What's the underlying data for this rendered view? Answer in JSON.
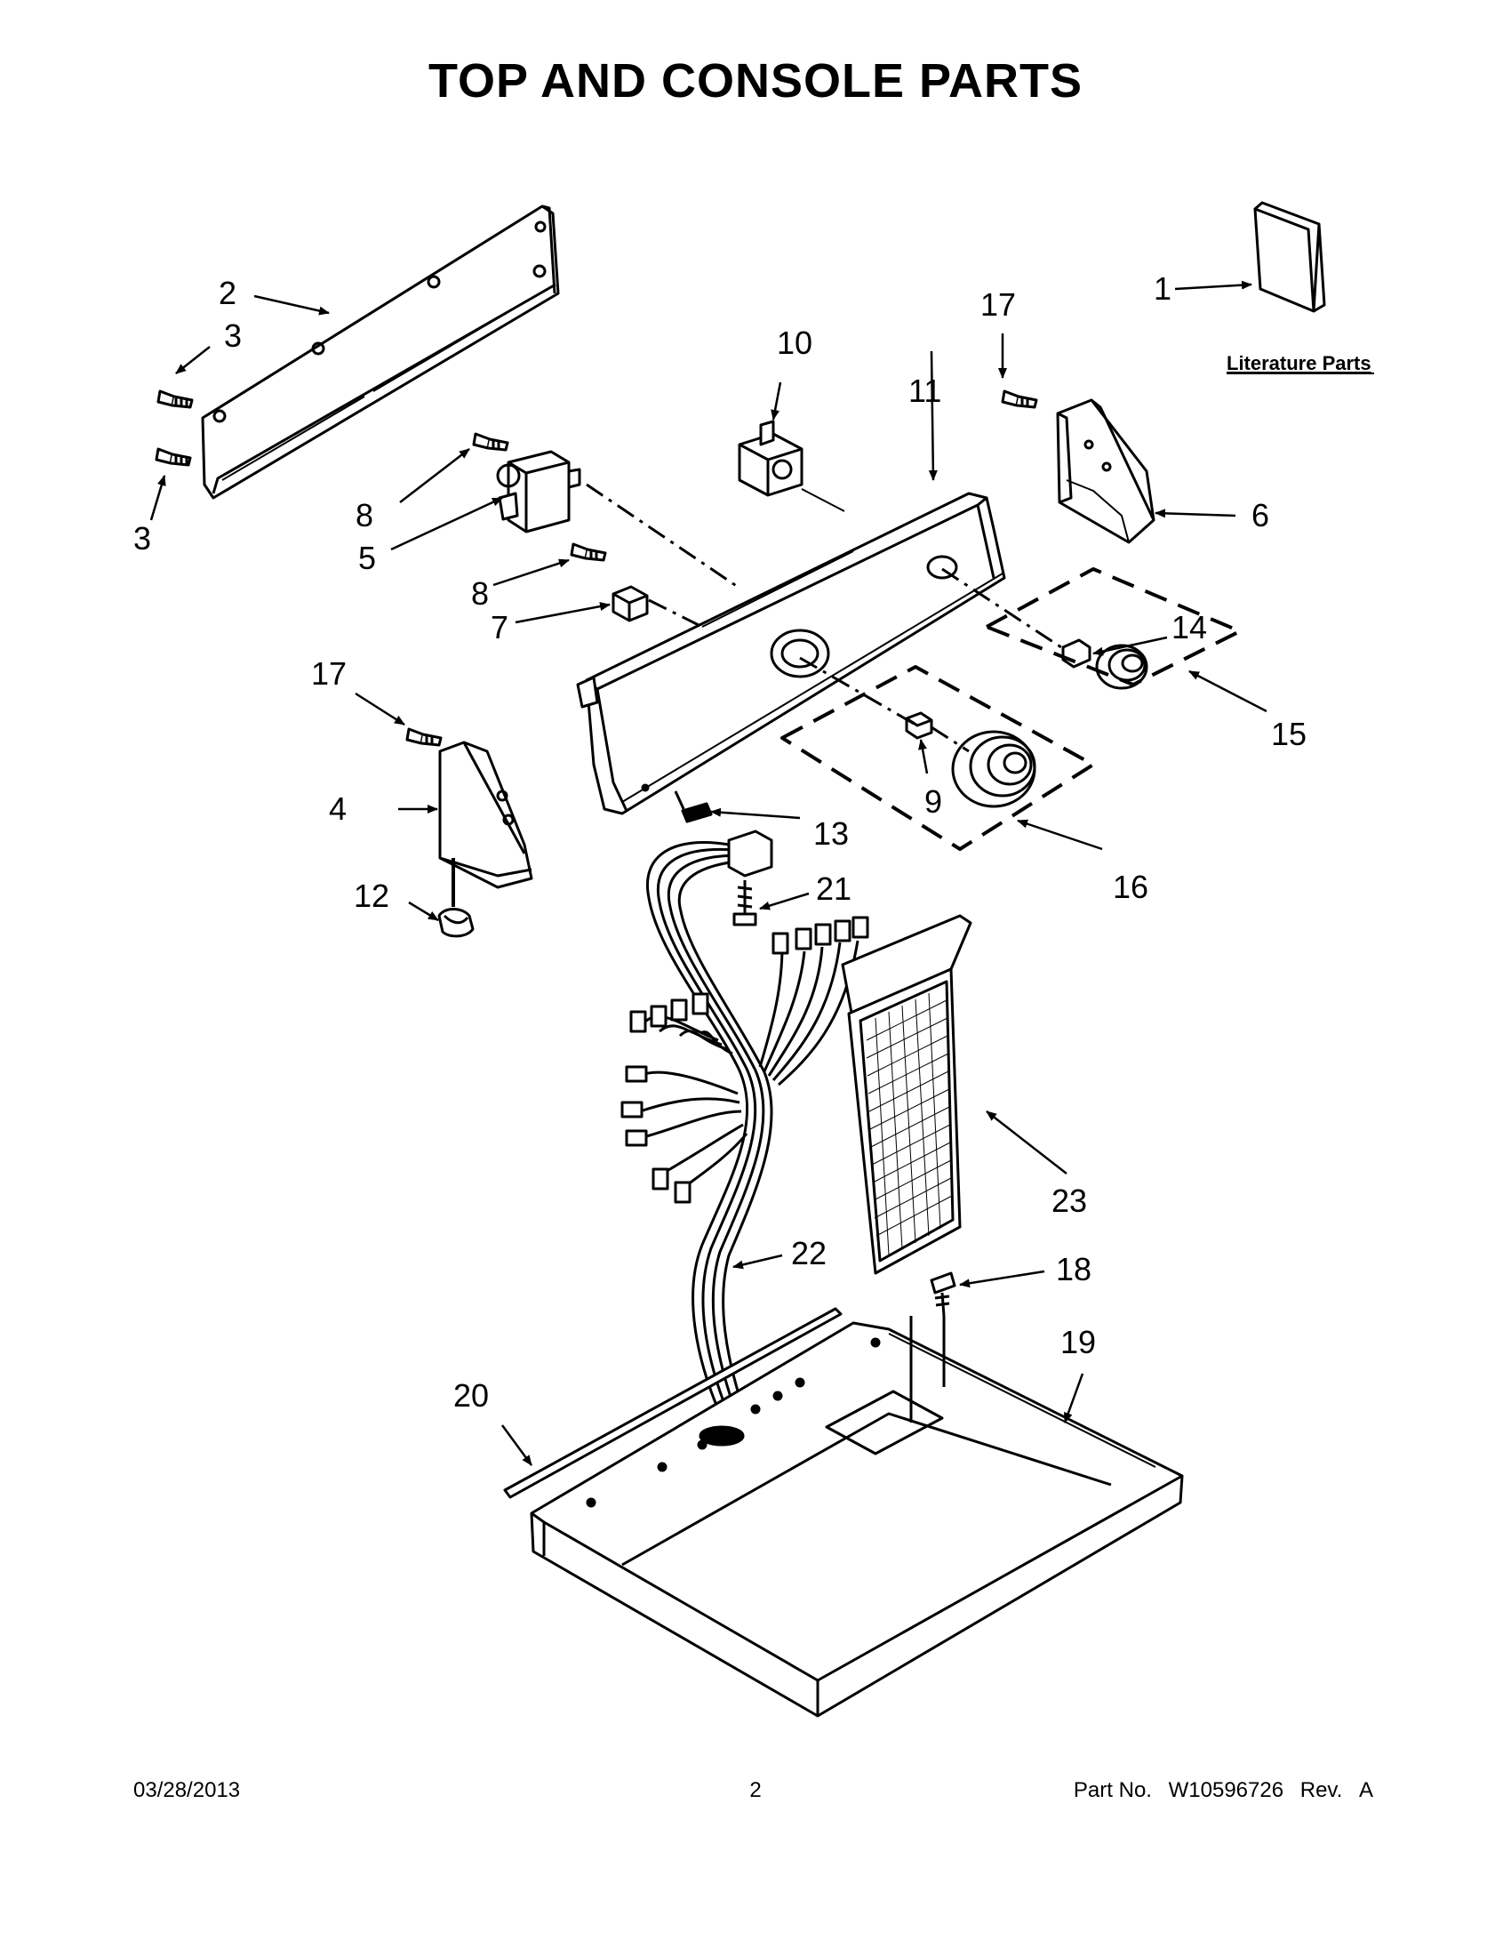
{
  "title": "TOP AND CONSOLE PARTS",
  "literature_label": "Literature Parts",
  "callouts": [
    "1",
    "2",
    "3",
    "3",
    "4",
    "5",
    "6",
    "7",
    "8",
    "8",
    "9",
    "10",
    "11",
    "12",
    "13",
    "14",
    "15",
    "16",
    "17",
    "17",
    "18",
    "19",
    "20",
    "21",
    "22",
    "23"
  ],
  "footer": {
    "date": "03/28/2013",
    "page": "2",
    "part_label": "Part No.",
    "part_number": "W10596726",
    "rev_label": "Rev.",
    "rev": "A"
  }
}
